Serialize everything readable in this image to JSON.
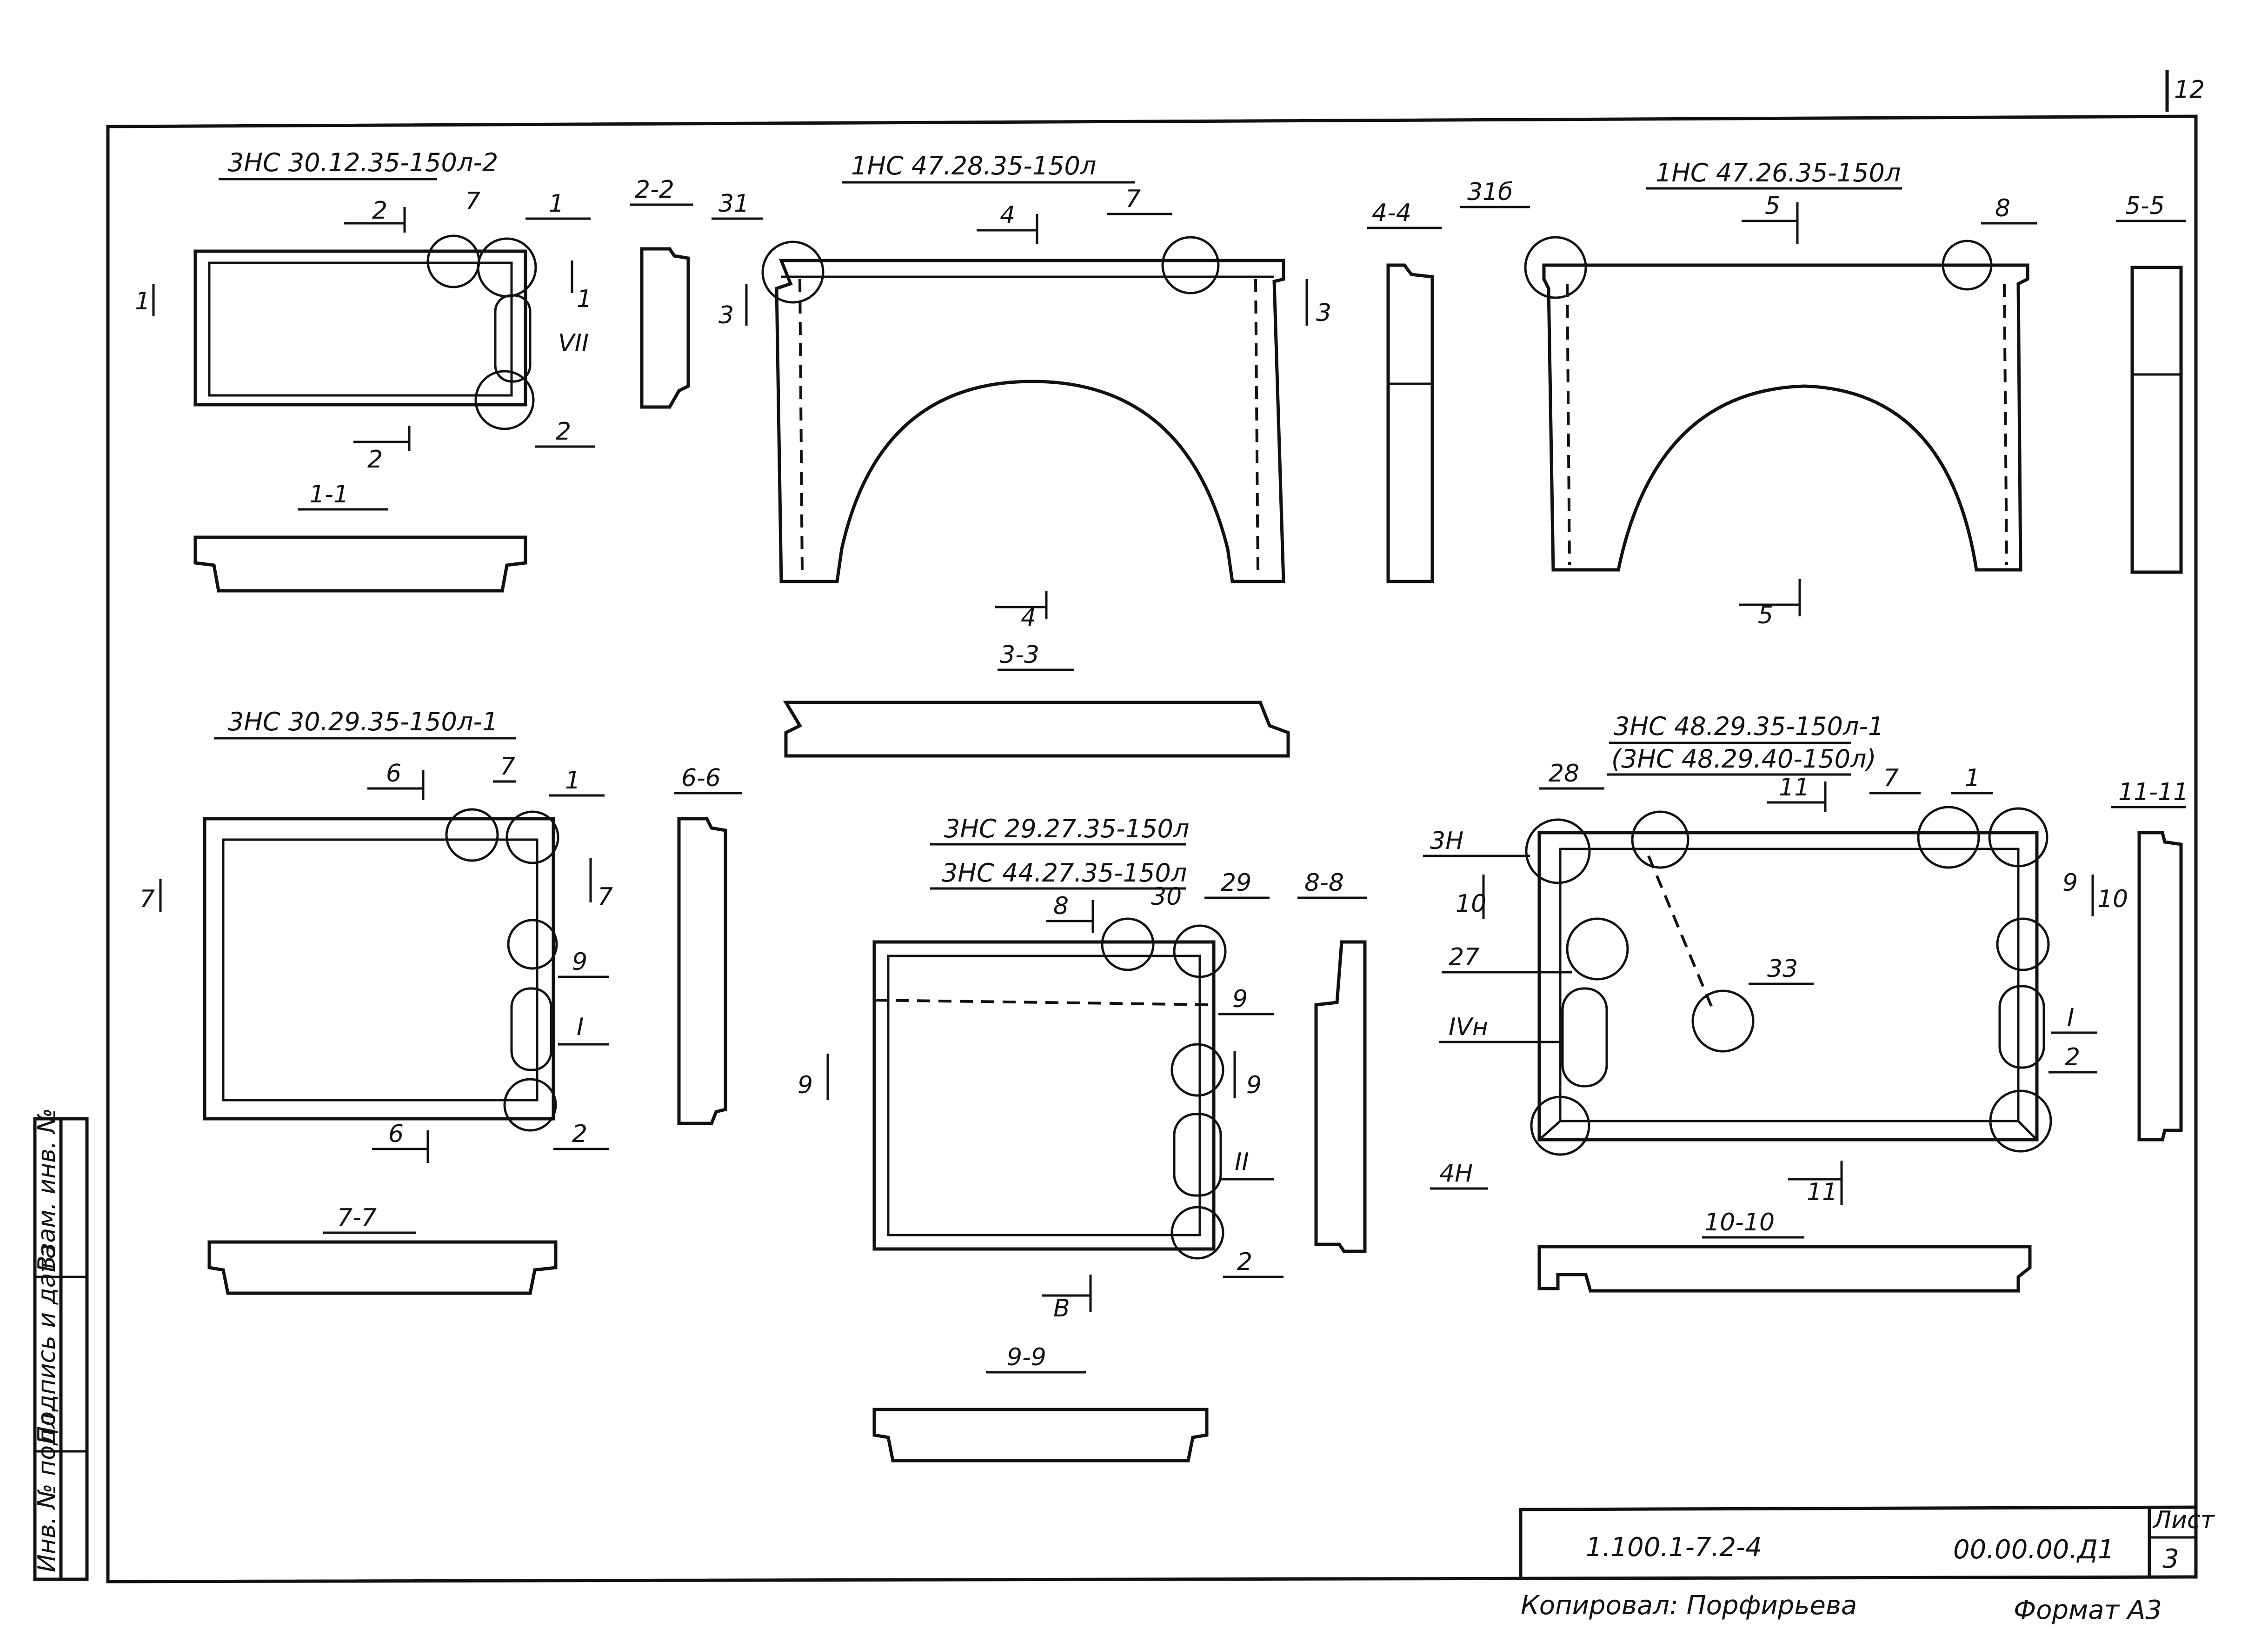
{
  "sheet_number_corner": "12",
  "elements": {
    "a": {
      "title": "3НС 30.12.35-150л-2",
      "section_v": "1",
      "section_h": "2",
      "callout_1": "7",
      "callout_2": "1",
      "callout_3": "VII",
      "callout_4": "2",
      "sec_22": "2-2",
      "sec_11": "1-1"
    },
    "b": {
      "title": "1НС 47.28.35-150л",
      "section_v": "3",
      "section_h": "4",
      "callout_1": "31",
      "callout_2": "7",
      "sec_44": "4-4",
      "sec_33": "3-3"
    },
    "c": {
      "title": "1НС 47.26.35-150л",
      "section_h": "5",
      "callout_1": "31б",
      "callout_2": "8",
      "sec_55": "5-5"
    },
    "d": {
      "title": "3НС 30.29.35-150л-1",
      "section_v": "7",
      "section_h": "6",
      "callout_1": "7",
      "callout_2": "1",
      "callout_3": "9",
      "callout_4": "I",
      "callout_5": "2",
      "sec_66": "6-6",
      "sec_77": "7-7"
    },
    "e": {
      "title_1": "3НС 29.27.35-150л",
      "title_2": "3НС 44.27.35-150л",
      "section_v": "9",
      "section_h": "8",
      "section_h_bottom": "В",
      "callout_1": "30",
      "callout_2": "29",
      "callout_3": "9",
      "callout_4": "II",
      "callout_5": "2",
      "sec_88": "8-8",
      "sec_99": "9-9"
    },
    "f": {
      "title_1": "3НС 48.29.35-150л-1",
      "title_2": "(3НС 48.29.40-150л)",
      "section_v": "10",
      "section_h": "11",
      "callout_1": "28",
      "callout_2": "7",
      "callout_3": "1",
      "callout_4": "3Н",
      "callout_5": "27",
      "callout_6": "IVн",
      "callout_7": "4Н",
      "callout_8": "33",
      "callout_9": "9",
      "callout_10": "I",
      "callout_11": "2",
      "sec_1111": "11-11",
      "sec_1010": "10-10"
    }
  },
  "side_stamp": {
    "c1": "Инв. № подл.",
    "c2": "Подпись и дата",
    "c3": "Взам. инв. №"
  },
  "title_block": {
    "series": "1.100.1-7.2-4",
    "code": "00.00.00.Д1",
    "sheet_label": "Лист",
    "sheet_value": "3"
  },
  "footer": {
    "copied": "Копировал: Порфирьева",
    "format": "Формат А3"
  }
}
